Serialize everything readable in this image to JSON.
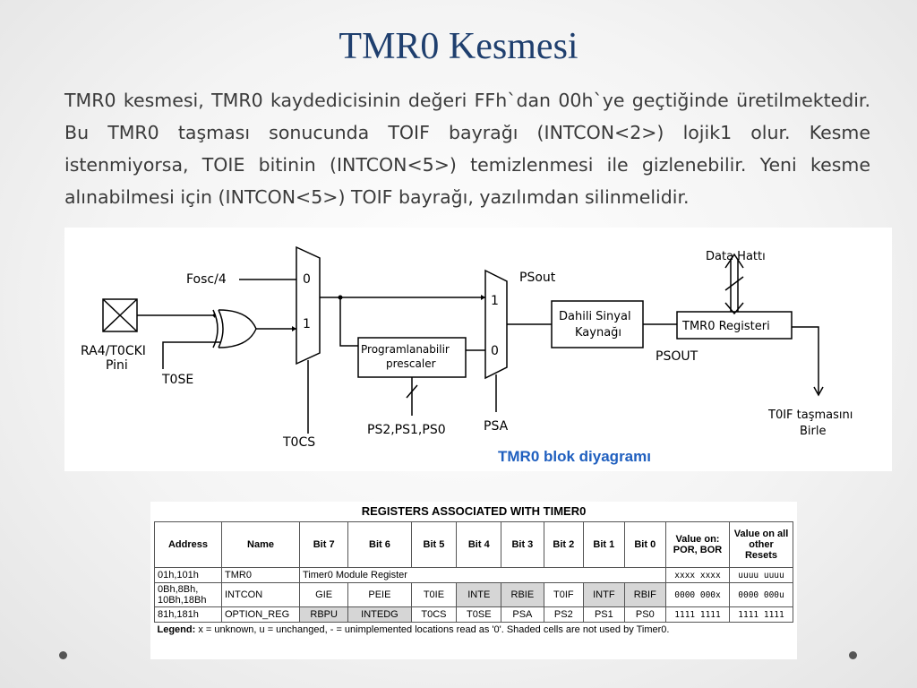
{
  "slide": {
    "title": "TMR0 Kesmesi",
    "body": "TMR0 kesmesi, TMR0 kaydedicisinin değeri FFh`dan 00h`ye geçtiğinde üretilmektedir. Bu TMR0 taşması sonucunda TOIF bayrağı (INTCON<2>) lojik1 olur. Kesme istenmiyorsa, TOIE bitinin (INTCON<5>) temizlenmesi ile gizlenebilir. Yeni kesme alınabilmesi için (INTCON<5>) TOIF bayrağı, yazılımdan silinmelidir.",
    "caption": "TMR0 blok diyagramı"
  },
  "diagram": {
    "fosc": "Fosc/4",
    "pin_line1": "RA4/T0CKI",
    "pin_line2": "Pini",
    "tose": "T0SE",
    "tocs": "T0CS",
    "mux1_top": "0",
    "mux1_bottom": "1",
    "prescaler_line1": "Programlanabilir",
    "prescaler_line2": "prescaler",
    "ps_bits": "PS2,PS1,PS0",
    "mux2_top": "1",
    "mux2_bottom": "0",
    "psa": "PSA",
    "psout_top": "PSout",
    "sync_line1": "Dahili Sinyal",
    "sync_line2": "Kaynağı",
    "psout_bottom": "PSOUT",
    "data_bus": "Data Hattı",
    "tmr0_reg": "TMR0 Registeri",
    "overflow_line1": "T0IF taşmasını",
    "overflow_line2": "Birle"
  },
  "table": {
    "title": "REGISTERS ASSOCIATED WITH TIMER0",
    "headers": [
      "Address",
      "Name",
      "Bit 7",
      "Bit 6",
      "Bit 5",
      "Bit 4",
      "Bit 3",
      "Bit 2",
      "Bit 1",
      "Bit 0",
      "Value on: POR, BOR",
      "Value on all other Resets"
    ],
    "rows": [
      {
        "address": "01h,101h",
        "name": "TMR0",
        "desc": "Timer0 Module Register",
        "por": "xxxx xxxx",
        "other": "uuuu uuuu"
      },
      {
        "address": "0Bh,8Bh, 10Bh,18Bh",
        "name": "INTCON",
        "bits": [
          "GIE",
          "PEIE",
          "T0IE",
          "INTE",
          "RBIE",
          "T0IF",
          "INTF",
          "RBIF"
        ],
        "por": "0000 000x",
        "other": "0000 000u"
      },
      {
        "address": "81h,181h",
        "name": "OPTION_REG",
        "bits": [
          "RBPU",
          "INTEDG",
          "T0CS",
          "T0SE",
          "PSA",
          "PS2",
          "PS1",
          "PS0"
        ],
        "por": "1111 1111",
        "other": "1111 1111"
      }
    ],
    "legend_label": "Legend:",
    "legend_text": "x = unknown, u = unchanged, - = unimplemented locations read as '0'. Shaded cells are not used by Timer0."
  }
}
